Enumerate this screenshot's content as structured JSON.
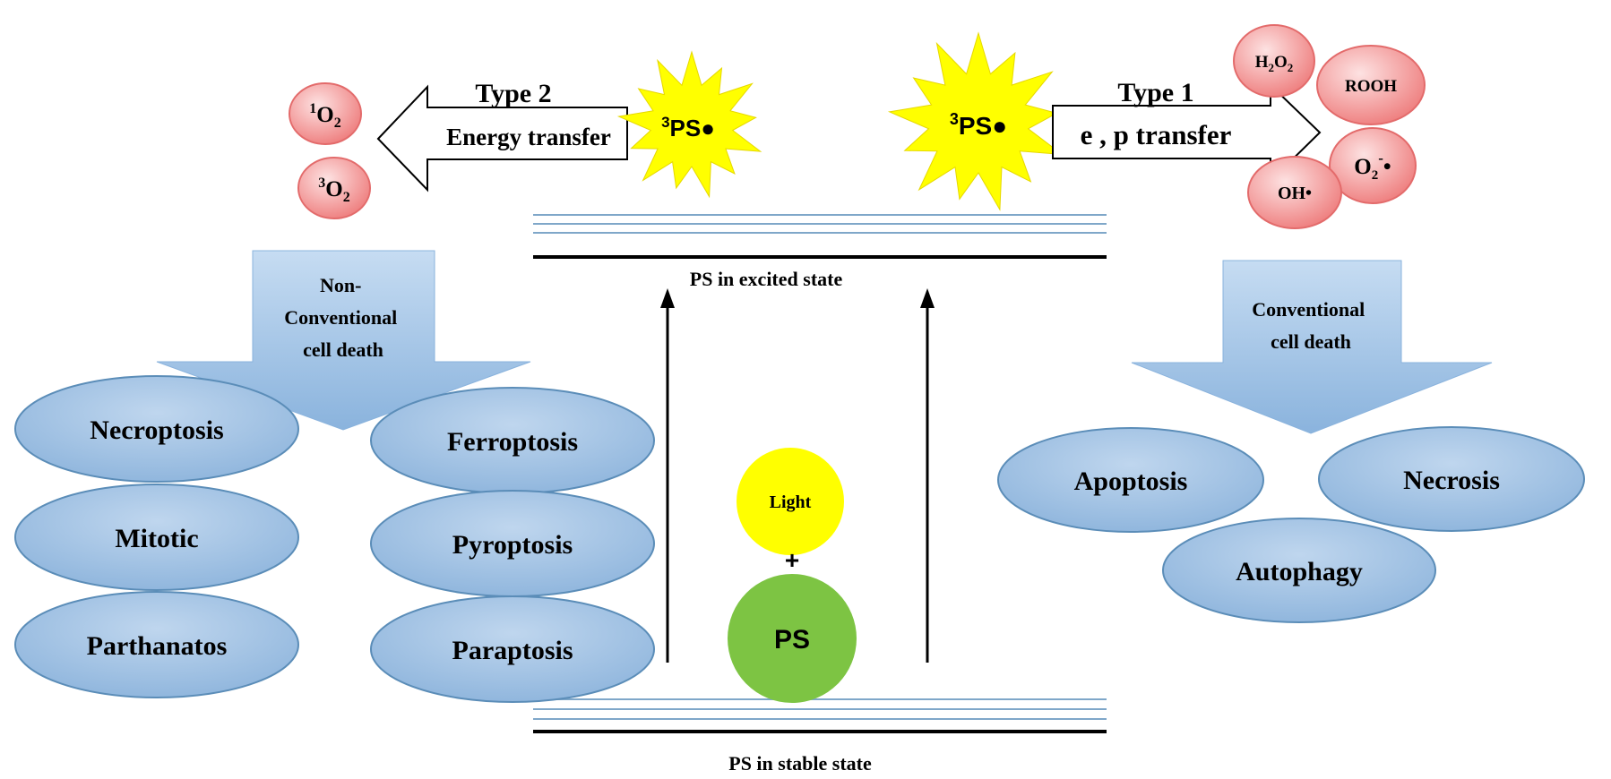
{
  "type2": {
    "title": "Type 2",
    "subtitle": "Energy transfer",
    "oxygen_species": [
      {
        "pre": "1",
        "base": "O",
        "sub": "2"
      },
      {
        "pre": "3",
        "base": "O",
        "sub": "2"
      }
    ]
  },
  "type1": {
    "title": "Type 1",
    "subtitle": "e , p transfer",
    "h2o2": {
      "a": "H",
      "sub1": "2",
      "b": "O",
      "sub2": "2"
    },
    "rooh": "ROOH",
    "superoxide": {
      "base": "O",
      "sub": "2",
      "sup": "-",
      "dot": "•"
    },
    "hydroxyl": "OH•"
  },
  "excited_ps": {
    "sup": "3",
    "label": "PS",
    "dot": "●"
  },
  "levels": {
    "excited": "PS in excited state",
    "stable": "PS in stable state"
  },
  "light": "Light",
  "plus": "+",
  "ps": "PS",
  "non_conventional": {
    "lines": [
      "Non-",
      "Conventional",
      "cell death"
    ],
    "items": [
      "Necroptosis",
      "Mitotic",
      "Parthanatos",
      "Ferroptosis",
      "Pyroptosis",
      "Paraptosis"
    ]
  },
  "conventional": {
    "lines": [
      "Conventional",
      "cell death"
    ],
    "items": [
      "Apoptosis",
      "Necrosis",
      "Autophagy"
    ]
  },
  "colors": {
    "ellipse_fill": "#9DC3E6",
    "ellipse_stroke": "#5B8DB8",
    "bubble_fill": "#F08080",
    "star_fill": "#FFFF00",
    "light_fill": "#FFFF00",
    "ps_fill": "#7DC443",
    "level_line": "#7FA7C9"
  }
}
